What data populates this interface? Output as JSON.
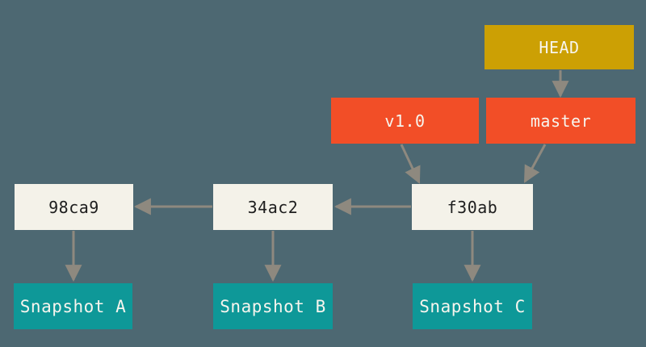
{
  "diagram": {
    "kind": "git-commit-history",
    "nodes": {
      "head": {
        "label": "HEAD",
        "type": "head-pointer"
      },
      "master": {
        "label": "master",
        "type": "branch-ref"
      },
      "tag": {
        "label": "v1.0",
        "type": "tag-ref"
      },
      "commit_f30ab": {
        "label": "f30ab",
        "type": "commit"
      },
      "commit_34ac2": {
        "label": "34ac2",
        "type": "commit"
      },
      "commit_98ca9": {
        "label": "98ca9",
        "type": "commit"
      },
      "snapshot_a": {
        "label": "Snapshot A",
        "type": "snapshot"
      },
      "snapshot_b": {
        "label": "Snapshot B",
        "type": "snapshot"
      },
      "snapshot_c": {
        "label": "Snapshot C",
        "type": "snapshot"
      }
    },
    "edges": [
      {
        "from": "HEAD",
        "to": "master"
      },
      {
        "from": "master",
        "to": "f30ab"
      },
      {
        "from": "v1.0",
        "to": "f30ab"
      },
      {
        "from": "f30ab",
        "to": "34ac2"
      },
      {
        "from": "34ac2",
        "to": "98ca9"
      },
      {
        "from": "98ca9",
        "to": "Snapshot A"
      },
      {
        "from": "34ac2",
        "to": "Snapshot B"
      },
      {
        "from": "f30ab",
        "to": "Snapshot C"
      }
    ]
  },
  "colors": {
    "background": "#4D6872",
    "head-fill": "#CCA004",
    "ref-fill": "#F24E27",
    "commit-fill": "#F4F2E9",
    "snapshot-fill": "#0E9898",
    "arrow": "#8E897F",
    "light-text": "#F7F5EE",
    "dark-text": "#1E1E1E"
  }
}
